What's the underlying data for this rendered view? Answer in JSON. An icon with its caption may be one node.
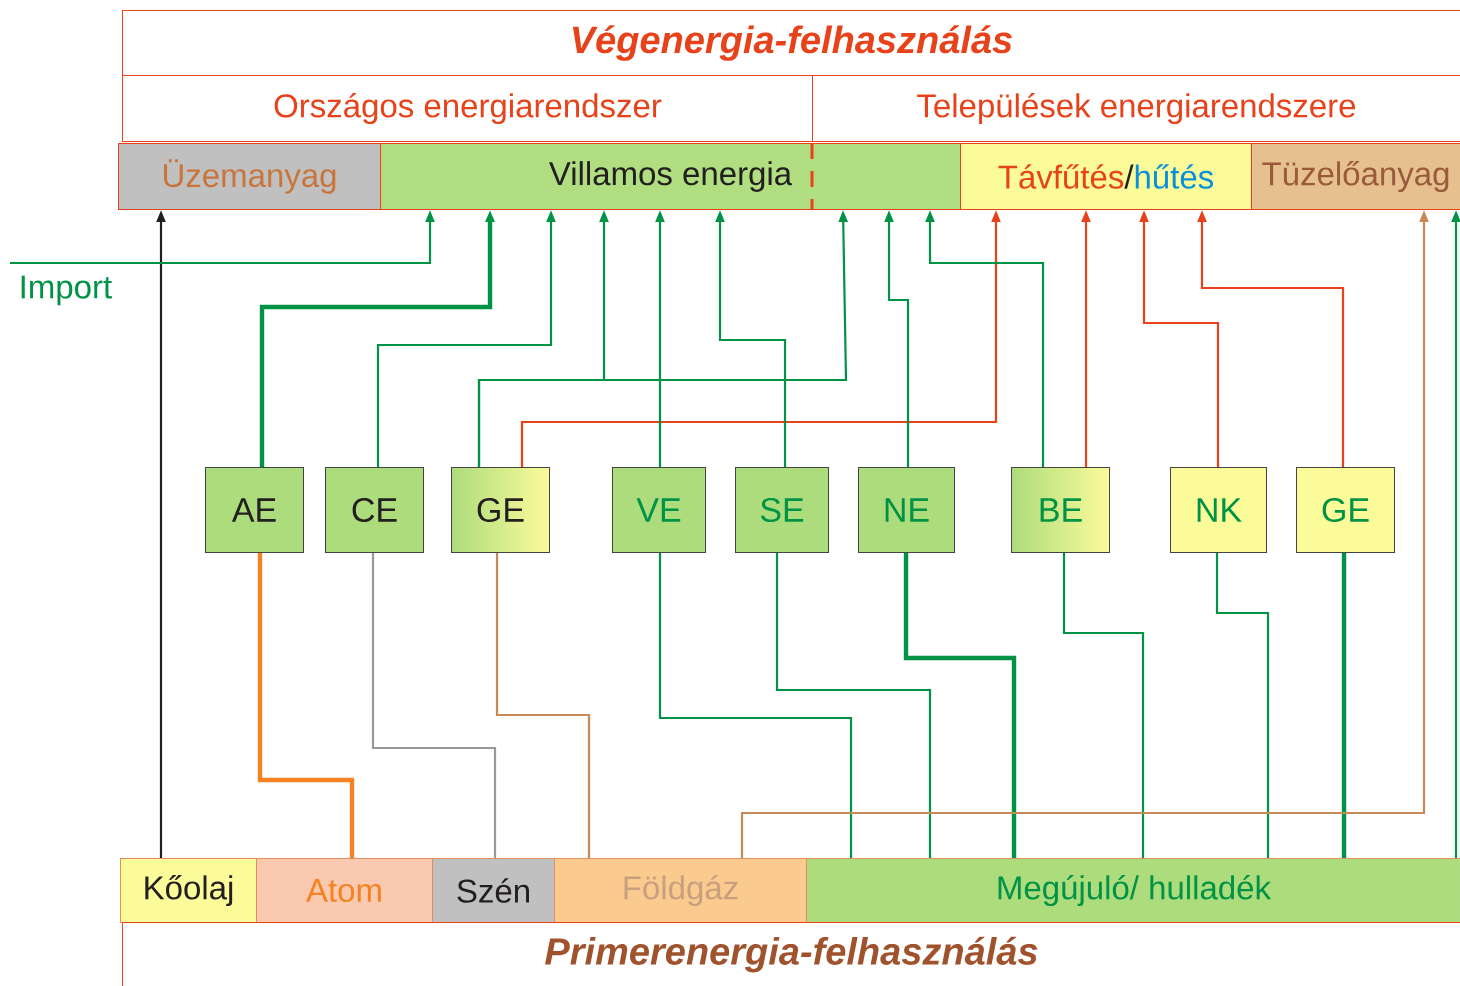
{
  "diagram": {
    "nodes": [
      {
        "text": [
          "Végenergia-felhasználás"
        ]
      },
      {
        "text": [
          "Országos energiarendszer"
        ]
      },
      {
        "text": [
          "Települések energiarendszere"
        ]
      },
      {
        "text": [
          "Üzemanyag"
        ]
      },
      {
        "text": [
          "Villamos energia"
        ]
      },
      {
        "text": [
          "Távfűtés",
          "/",
          "hűtés"
        ]
      },
      {
        "text": [
          "Tüzelőanyag"
        ]
      },
      {
        "text": [
          "Import"
        ]
      },
      {
        "text": [
          "AE"
        ]
      },
      {
        "text": [
          "CE"
        ]
      },
      {
        "text": [
          "GE"
        ]
      },
      {
        "text": [
          "VE"
        ]
      },
      {
        "text": [
          "SE"
        ]
      },
      {
        "text": [
          "NE"
        ]
      },
      {
        "text": [
          "BE"
        ]
      },
      {
        "text": [
          "NK"
        ]
      },
      {
        "text": [
          "GE"
        ]
      },
      {
        "text": [
          "Kőolaj"
        ]
      },
      {
        "text": [
          "Atom"
        ]
      },
      {
        "text": [
          "Szén"
        ]
      },
      {
        "text": [
          "Földgáz"
        ]
      },
      {
        "text": [
          "Megújuló/ hulladék"
        ]
      },
      {
        "text": [
          "Primerenergia-felhasználás"
        ]
      }
    ],
    "edges": [
      {
        "from": 17,
        "to": 3,
        "arrow": "to",
        "color": "#231f20"
      },
      {
        "from": 7,
        "to": 4,
        "arrow": "to"
      },
      {
        "from": 8,
        "to": 4,
        "arrow": "to",
        "style": "thick"
      },
      {
        "from": 9,
        "to": 4,
        "arrow": "to"
      },
      {
        "from": 10,
        "to": 4,
        "arrow": "to"
      },
      {
        "from": 10,
        "to": 4,
        "arrow": "to"
      },
      {
        "from": 10,
        "to": 5,
        "arrow": "to",
        "color": "#e8421a"
      },
      {
        "from": 11,
        "to": 4,
        "arrow": "to"
      },
      {
        "from": 12,
        "to": 4,
        "arrow": "to"
      },
      {
        "from": 13,
        "to": 4,
        "arrow": "to"
      },
      {
        "from": 14,
        "to": 4,
        "arrow": "to"
      },
      {
        "from": 14,
        "to": 5,
        "arrow": "to",
        "color": "#e8421a"
      },
      {
        "from": 15,
        "to": 5,
        "arrow": "to",
        "color": "#e8421a"
      },
      {
        "from": 16,
        "to": 5,
        "arrow": "to",
        "color": "#e8421a"
      },
      {
        "from": 18,
        "to": 8,
        "arrow": "none",
        "style": "thick",
        "color": "#f58220"
      },
      {
        "from": 19,
        "to": 9,
        "arrow": "none",
        "color": "#999999"
      },
      {
        "from": 20,
        "to": 10,
        "arrow": "none",
        "color": "#c58a58"
      },
      {
        "from": 21,
        "to": 11,
        "arrow": "none"
      },
      {
        "from": 21,
        "to": 12,
        "arrow": "none"
      },
      {
        "from": 21,
        "to": 13,
        "arrow": "none",
        "style": "thick"
      },
      {
        "from": 21,
        "to": 14,
        "arrow": "none"
      },
      {
        "from": 21,
        "to": 15,
        "arrow": "none"
      },
      {
        "from": 21,
        "to": 16,
        "arrow": "none",
        "style": "thick"
      },
      {
        "from": 20,
        "to": 6,
        "arrow": "to",
        "color": "#c58a58"
      },
      {
        "from": 21,
        "to": 6,
        "arrow": "to"
      }
    ]
  }
}
